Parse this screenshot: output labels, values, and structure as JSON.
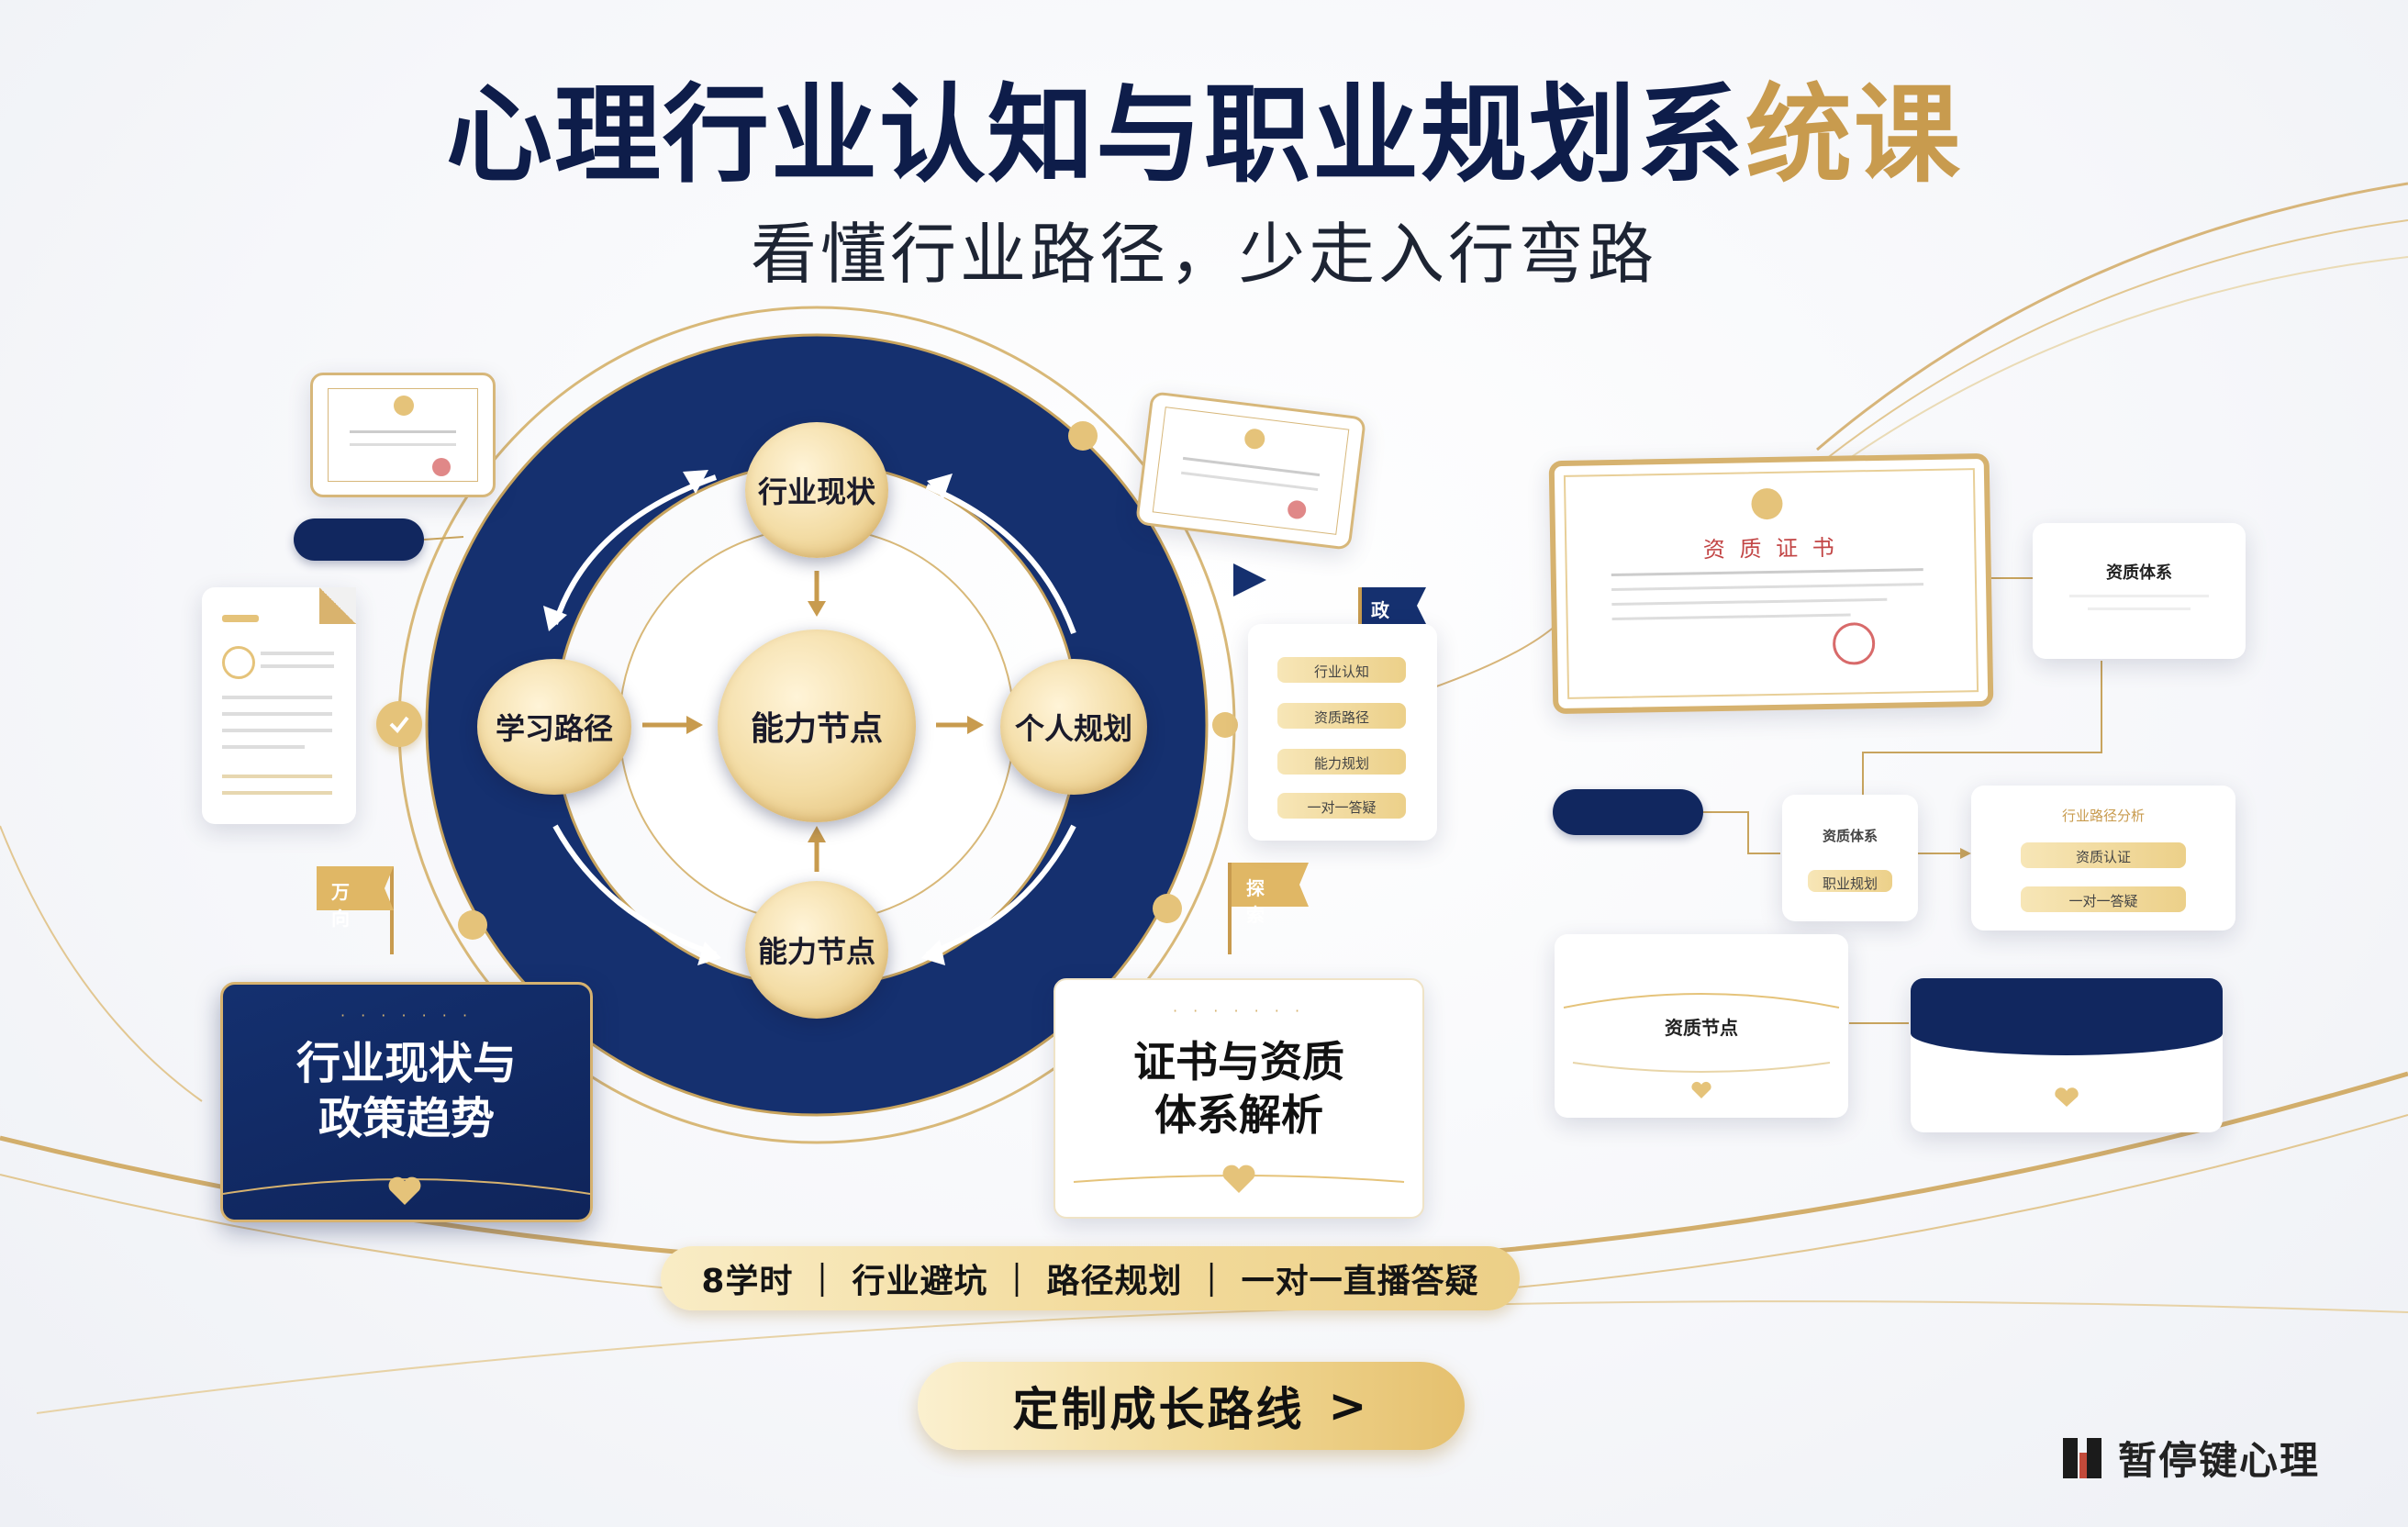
{
  "header": {
    "title_main": "心理行业认知与职业规划系",
    "title_accent": "统课",
    "subtitle": "看懂行业路径，少走入行弯路"
  },
  "cycle": {
    "top": "行业现状",
    "left": "学习路径",
    "center": "能力节点",
    "right": "个人规划",
    "bottom": "能力节点"
  },
  "left_card": {
    "line1": "行业现状与",
    "line2": "政策趋势"
  },
  "mid_card": {
    "line1": "证书与资质",
    "line2": "体系解析"
  },
  "flags": {
    "left": "万向",
    "right_top": "政策",
    "right_bottom": "探索"
  },
  "checklist": {
    "row1": "行业认知",
    "row2": "资质路径",
    "row3": "能力规划",
    "row4": "一对一答疑"
  },
  "certificate": {
    "title": "资 质 证 书"
  },
  "right_flow": {
    "system_card": "资质体系",
    "small_card_top": "资质体系",
    "small_card_bottom": "职业规划",
    "list_header": "行业路径分析",
    "list_row1": "资质认证",
    "list_row2": "一对一答疑",
    "bottom_card": "资质节点"
  },
  "info_bar": "8学时 ｜ 行业避坑 ｜ 路径规划 ｜ 一对一直播答疑",
  "cta": {
    "label": "定制成长路线",
    "arrow": ">"
  },
  "brand": {
    "name": "暂停键心理"
  },
  "colors": {
    "navy": "#11275f",
    "gold": "#c89b4e",
    "light_gold": "#f3dca4"
  },
  "icons": [
    "check-icon",
    "heart-icon",
    "flag-icon",
    "chevron-right-icon",
    "brand-logo-icon"
  ]
}
